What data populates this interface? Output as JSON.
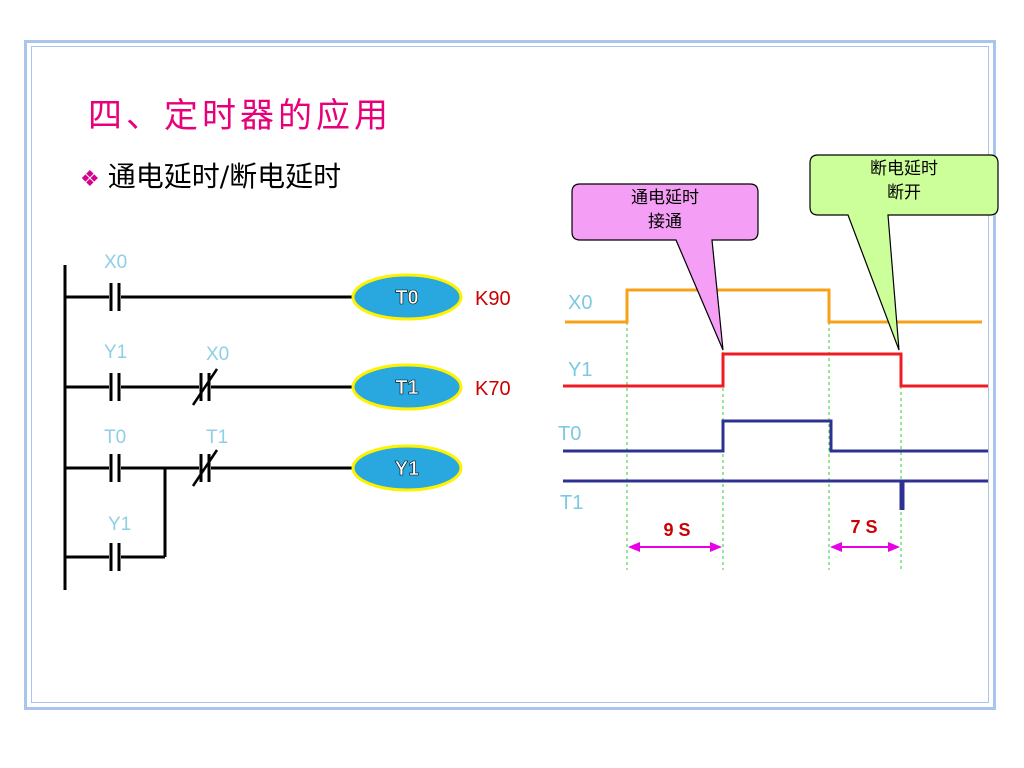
{
  "title": "四、定时器的应用",
  "bullet": {
    "mark": "❖",
    "text": "通电延时/断电延时"
  },
  "ladder": {
    "contact_x0": "X0",
    "coil_t0": "T0",
    "setting_t0": "K90",
    "contact_y1": "Y1",
    "contact_x0_nc": "X0",
    "coil_t1": "T1",
    "setting_t1": "K70",
    "contact_t0": "T0",
    "contact_t1_nc": "T1",
    "coil_y1": "Y1",
    "contact_y1_hold": "Y1"
  },
  "timing": {
    "signals": [
      "X0",
      "Y1",
      "T0",
      "T1"
    ],
    "callout_on": "通电延时\n接通",
    "callout_off": "断电延时\n断开",
    "delay_on": "9 S",
    "delay_off": "7 S"
  },
  "colors": {
    "title": "#e8007a",
    "x0_wave": "#f7a11a",
    "y1_wave": "#ee1c25",
    "t_wave": "#2e3192",
    "coil_fill": "#29a8e0",
    "coil_border": "#fff200",
    "callout_on_fill": "#f59ef5",
    "callout_off_fill": "#ccff99",
    "arrow": "#e600e6",
    "guide": "#33cc33",
    "ladder_label": "#8fcfe6",
    "wave_label": "#7ec8e3",
    "setting": "#cc0000"
  }
}
